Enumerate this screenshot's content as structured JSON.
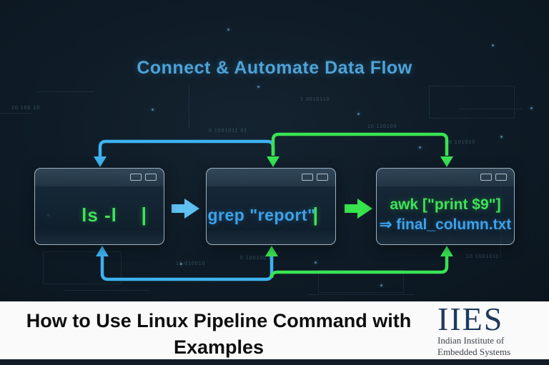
{
  "header": {
    "title": "Connect & Automate Data Flow"
  },
  "pipeline": {
    "box1": {
      "command": "ls -l",
      "pipe": "|"
    },
    "box2": {
      "command": "grep \"report\"",
      "pipe": "|"
    },
    "box3": {
      "line1": "awk [\"print $9\"]",
      "line2": "⇒ final_column.txt"
    }
  },
  "footer": {
    "title_line1": "How to Use Linux Pipeline Command with",
    "title_line2": "Examples"
  },
  "logo": {
    "acronym": "IIES",
    "subtitle_line1": "Indian Institute of",
    "subtitle_line2": "Embedded Systems"
  },
  "icons": {
    "window_controls": "two-outline-rectangles",
    "flow_arrow_blue": "right-arrow",
    "flow_arrow_green": "right-arrow"
  },
  "colors": {
    "background": "#0d1822",
    "title_blue": "#4da3d8",
    "terminal_green": "#3fe257",
    "terminal_blue": "#3da2ea",
    "wire_blue": "#3eb3ef",
    "wire_green": "#39e353",
    "footer_bg": "#fafafa",
    "footer_text": "#0e0e0e",
    "logo_navy": "#1e3a5c"
  },
  "deco": {
    "strings": [
      "10 100 10",
      "0 1001011 01",
      "10 110100",
      "8 101010",
      "0 100100 0",
      "11 010010",
      "10 1001011",
      "1 0010110"
    ]
  }
}
